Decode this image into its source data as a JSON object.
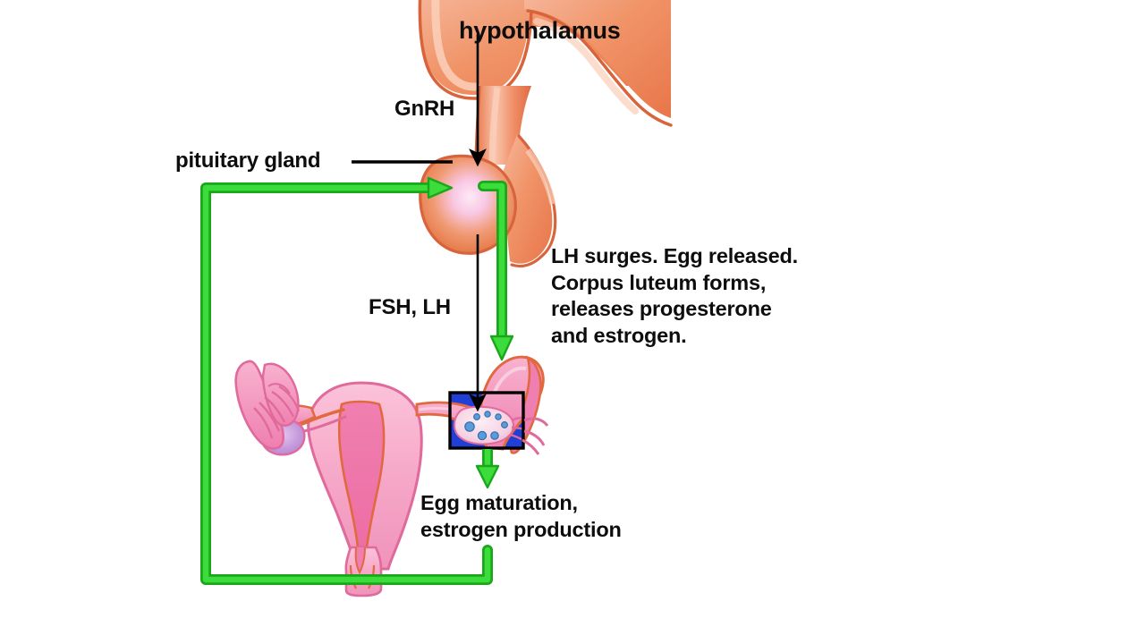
{
  "diagram": {
    "title_text": "hypothalamus",
    "background_color": "#ffffff",
    "labels": {
      "hypothalamus": "hypothalamus",
      "gnrh": "GnRH",
      "pituitary_gland": "pituitary gland",
      "fsh_lh": "FSH, LH",
      "lh_surge_note": "LH surges. Egg released.\nCorpus luteum forms,\nreleases progesterone\nand estrogen.",
      "egg_maturation": "Egg maturation,\nestrogen production"
    },
    "arrows": [
      {
        "name": "gnrh-arrow",
        "color": "#000000",
        "from": "hypothalamus",
        "to": "pituitary gland",
        "label": "GnRH"
      },
      {
        "name": "fsh-lh-arrow",
        "color": "#000000",
        "from": "pituitary gland",
        "to": "ovary",
        "label": "FSH, LH"
      },
      {
        "name": "lh-surge-arrow",
        "color": "#33cc33",
        "from": "pituitary gland",
        "to": "ovary",
        "label": "LH surges. Egg released."
      },
      {
        "name": "egg-maturation-arrow",
        "color": "#33cc33",
        "from": "ovary",
        "to": "Egg maturation, estrogen production"
      },
      {
        "name": "negative-feedback-loop",
        "color": "#33cc33",
        "from": "ovary",
        "to": "pituitary gland"
      }
    ],
    "pointer_lines": [
      {
        "name": "pituitary-leader-line",
        "color": "#000000",
        "label": "pituitary gland"
      }
    ],
    "structures": [
      {
        "name": "hypothalamus",
        "color": "#ef8b63",
        "highlight_color": "#f8b79a"
      },
      {
        "name": "pituitary-gland",
        "color": "#ef8b63",
        "highlight_color": "#f9c8e4"
      },
      {
        "name": "uterus",
        "color": "#f6a8c8",
        "outline_color": "#e06a9c",
        "inner_color": "#ef7fb0"
      },
      {
        "name": "fallopian-tube",
        "color": "#f48fb7",
        "outline_color": "#e2693f"
      },
      {
        "name": "left-ovary",
        "color": "#c79cdd"
      },
      {
        "name": "right-ovary-highlighted",
        "color": "#f6d3e4",
        "follicle_color": "#5b9bd8",
        "box_fill": "#1f3fd6",
        "box_stroke": "#000000"
      }
    ],
    "colors": {
      "green_arrow": "#33cc33",
      "green_arrow_dark": "#1aa81a",
      "black": "#000000",
      "blue_box": "#1f3fd6",
      "brain_orange": "#ef8b63",
      "pink": "#f48fb7"
    }
  }
}
